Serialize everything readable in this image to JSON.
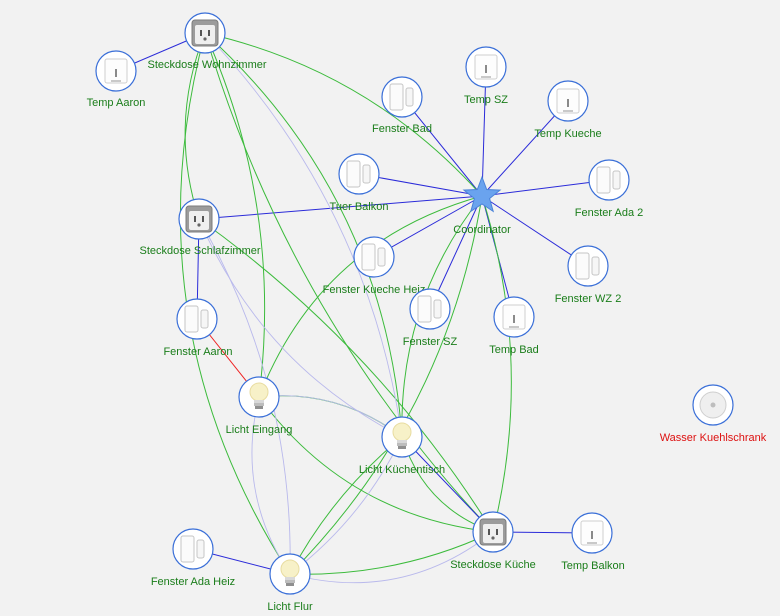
{
  "title": "",
  "colors": {
    "background": "#f2f2f2",
    "label_ok": "#1a7d1a",
    "label_offline": "#dd1111",
    "link_direct": "#2b2bd9",
    "link_route": "#3cbb3c",
    "link_weak": "#b9b9ec",
    "link_bad": "#ee2222",
    "node_border": "#3a6fd8",
    "coordinator": "#6aa3ee"
  },
  "nodes": [
    {
      "id": "coordinator",
      "label": "Coordinator",
      "icon": "star-icon",
      "offline": false
    },
    {
      "id": "steckdose-wohnzimmer",
      "label": "Steckdose Wohnzimmer",
      "icon": "plug-icon",
      "offline": false
    },
    {
      "id": "temp-aaron",
      "label": "Temp Aaron",
      "icon": "temperature-sensor-icon",
      "offline": false
    },
    {
      "id": "temp-sz",
      "label": "Temp SZ",
      "icon": "temperature-sensor-icon",
      "offline": false
    },
    {
      "id": "fenster-bad",
      "label": "Fenster Bad",
      "icon": "door-window-sensor-icon",
      "offline": false
    },
    {
      "id": "temp-kueche",
      "label": "Temp Kueche",
      "icon": "temperature-sensor-icon",
      "offline": false
    },
    {
      "id": "tuer-balkon",
      "label": "Tuer Balkon",
      "icon": "door-window-sensor-icon",
      "offline": false
    },
    {
      "id": "fenster-ada-2",
      "label": "Fenster Ada 2",
      "icon": "door-window-sensor-icon",
      "offline": false
    },
    {
      "id": "steckdose-schlafzimmer",
      "label": "Steckdose Schlafzimmer",
      "icon": "plug-icon",
      "offline": false
    },
    {
      "id": "fenster-kueche-heiz",
      "label": "Fenster Kueche Heiz",
      "icon": "door-window-sensor-icon",
      "offline": false
    },
    {
      "id": "fenster-wz-2",
      "label": "Fenster WZ 2",
      "icon": "door-window-sensor-icon",
      "offline": false
    },
    {
      "id": "fenster-aaron",
      "label": "Fenster Aaron",
      "icon": "door-window-sensor-icon",
      "offline": false
    },
    {
      "id": "fenster-sz",
      "label": "Fenster SZ",
      "icon": "door-window-sensor-icon",
      "offline": false
    },
    {
      "id": "temp-bad",
      "label": "Temp Bad",
      "icon": "temperature-sensor-icon",
      "offline": false
    },
    {
      "id": "licht-eingang",
      "label": "Licht Eingang",
      "icon": "light-bulb-icon",
      "offline": false
    },
    {
      "id": "wasser-kuehlschrank",
      "label": "Wasser Kuehlschrank",
      "icon": "water-sensor-icon",
      "offline": true
    },
    {
      "id": "licht-kuechentisch",
      "label": "Licht Küchentisch",
      "icon": "light-bulb-icon",
      "offline": false
    },
    {
      "id": "steckdose-kueche",
      "label": "Steckdose Küche",
      "icon": "plug-icon",
      "offline": false
    },
    {
      "id": "temp-balkon",
      "label": "Temp Balkon",
      "icon": "temperature-sensor-icon",
      "offline": false
    },
    {
      "id": "fenster-ada-heiz",
      "label": "Fenster Ada Heiz",
      "icon": "door-window-sensor-icon",
      "offline": false
    },
    {
      "id": "licht-flur",
      "label": "Licht Flur",
      "icon": "light-bulb-icon",
      "offline": false
    }
  ],
  "links": [
    {
      "from": "coordinator",
      "to": "temp-sz",
      "type": "direct"
    },
    {
      "from": "coordinator",
      "to": "fenster-bad",
      "type": "direct"
    },
    {
      "from": "coordinator",
      "to": "temp-kueche",
      "type": "direct"
    },
    {
      "from": "coordinator",
      "to": "tuer-balkon",
      "type": "direct"
    },
    {
      "from": "coordinator",
      "to": "fenster-ada-2",
      "type": "direct"
    },
    {
      "from": "coordinator",
      "to": "fenster-wz-2",
      "type": "direct"
    },
    {
      "from": "coordinator",
      "to": "temp-bad",
      "type": "direct"
    },
    {
      "from": "coordinator",
      "to": "fenster-sz",
      "type": "direct"
    },
    {
      "from": "coordinator",
      "to": "fenster-kueche-heiz",
      "type": "direct"
    },
    {
      "from": "coordinator",
      "to": "steckdose-schlafzimmer",
      "type": "direct"
    },
    {
      "from": "steckdose-wohnzimmer",
      "to": "temp-aaron",
      "type": "direct"
    },
    {
      "from": "steckdose-schlafzimmer",
      "to": "fenster-aaron",
      "type": "direct"
    },
    {
      "from": "fenster-aaron",
      "to": "licht-eingang",
      "type": "bad"
    },
    {
      "from": "steckdose-kueche",
      "to": "temp-balkon",
      "type": "direct"
    },
    {
      "from": "licht-flur",
      "to": "fenster-ada-heiz",
      "type": "direct"
    },
    {
      "from": "steckdose-wohnzimmer",
      "to": "coordinator",
      "type": "route"
    },
    {
      "from": "steckdose-wohnzimmer",
      "to": "steckdose-schlafzimmer",
      "type": "route"
    },
    {
      "from": "steckdose-wohnzimmer",
      "to": "licht-eingang",
      "type": "route"
    },
    {
      "from": "steckdose-wohnzimmer",
      "to": "licht-flur",
      "type": "route"
    },
    {
      "from": "steckdose-wohnzimmer",
      "to": "licht-kuechentisch",
      "type": "route"
    },
    {
      "from": "steckdose-wohnzimmer",
      "to": "steckdose-kueche",
      "type": "route"
    },
    {
      "from": "steckdose-schlafzimmer",
      "to": "steckdose-kueche",
      "type": "route"
    },
    {
      "from": "coordinator",
      "to": "licht-eingang",
      "type": "route"
    },
    {
      "from": "coordinator",
      "to": "licht-flur",
      "type": "route"
    },
    {
      "from": "coordinator",
      "to": "licht-kuechentisch",
      "type": "route"
    },
    {
      "from": "coordinator",
      "to": "steckdose-kueche",
      "type": "route"
    },
    {
      "from": "licht-eingang",
      "to": "steckdose-kueche",
      "type": "route"
    },
    {
      "from": "licht-eingang",
      "to": "licht-kuechentisch",
      "type": "route"
    },
    {
      "from": "licht-flur",
      "to": "steckdose-kueche",
      "type": "route"
    },
    {
      "from": "licht-flur",
      "to": "licht-kuechentisch",
      "type": "route"
    },
    {
      "from": "licht-kuechentisch",
      "to": "steckdose-kueche",
      "type": "route"
    },
    {
      "from": "steckdose-wohnzimmer",
      "to": "licht-kuechentisch",
      "type": "weak"
    },
    {
      "from": "steckdose-schlafzimmer",
      "to": "licht-kuechentisch",
      "type": "weak"
    },
    {
      "from": "steckdose-schlafzimmer",
      "to": "licht-flur",
      "type": "weak"
    },
    {
      "from": "licht-eingang",
      "to": "licht-flur",
      "type": "weak"
    },
    {
      "from": "licht-eingang",
      "to": "licht-kuechentisch",
      "type": "weak"
    },
    {
      "from": "licht-flur",
      "to": "licht-kuechentisch",
      "type": "weak"
    },
    {
      "from": "licht-kuechentisch",
      "to": "steckdose-kueche",
      "type": "direct"
    },
    {
      "from": "licht-flur",
      "to": "steckdose-kueche",
      "type": "weak"
    }
  ]
}
